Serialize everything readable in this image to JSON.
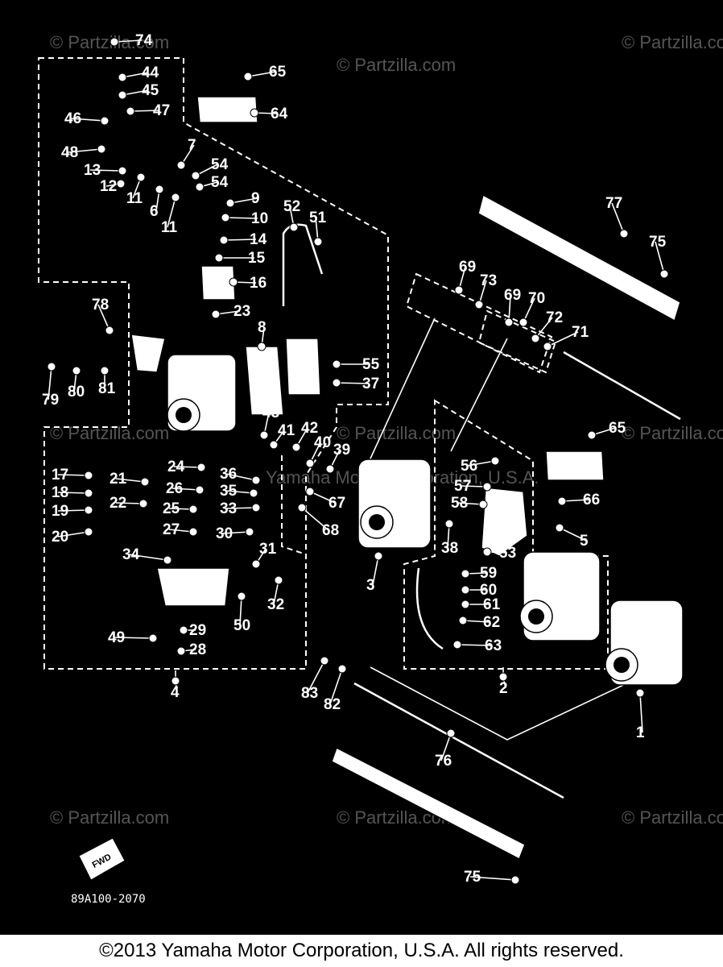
{
  "diagram": {
    "drawing_code": "89A100-2070",
    "fwd_label": "FWD",
    "watermark": "© Partzilla.com",
    "center_watermark": "Yamaha Motor Corporation, U.S.A.",
    "callouts": [
      "1",
      "2",
      "3",
      "4",
      "5",
      "6",
      "7",
      "8",
      "9",
      "10",
      "11",
      "12",
      "13",
      "14",
      "15",
      "16",
      "17",
      "18",
      "19",
      "20",
      "21",
      "22",
      "23",
      "24",
      "25",
      "26",
      "27",
      "28",
      "29",
      "30",
      "31",
      "32",
      "33",
      "34",
      "35",
      "36",
      "37",
      "38",
      "39",
      "40",
      "41",
      "42",
      "43",
      "44",
      "45",
      "46",
      "47",
      "48",
      "49",
      "50",
      "51",
      "52",
      "53",
      "54",
      "55",
      "56",
      "57",
      "58",
      "59",
      "60",
      "61",
      "62",
      "63",
      "64",
      "65",
      "66",
      "67",
      "68",
      "69",
      "70",
      "71",
      "72",
      "73",
      "74",
      "75",
      "76",
      "77",
      "78",
      "79",
      "80",
      "81",
      "82",
      "83"
    ]
  },
  "footer": {
    "copyright": "©2013  Yamaha Motor Corporation, U.S.A. All rights reserved."
  }
}
